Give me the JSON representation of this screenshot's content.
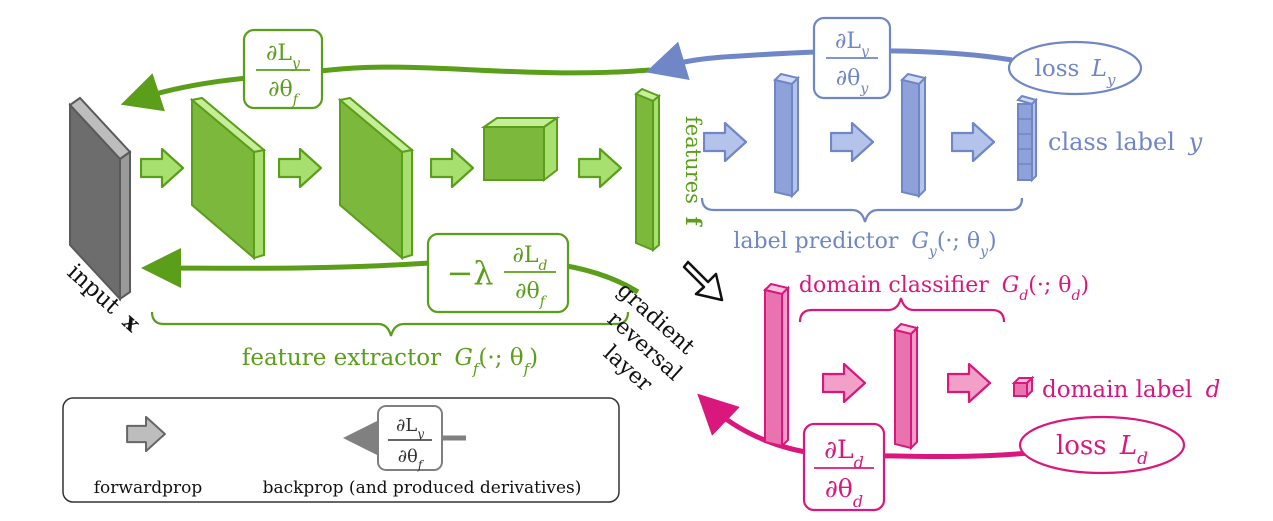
{
  "colors": {
    "green": "#5a9e1a",
    "green_fill": "#a8e070",
    "green_side": "#7bb83c",
    "blue": "#6f86c7",
    "blue_fill": "#b4c3ea",
    "pink": "#d9177d",
    "pink_fill": "#f2a0c8",
    "gray": "#808080",
    "dark": "#5a5a5a"
  },
  "feature_extractor": {
    "label": "feature extractor",
    "func": "G",
    "func_sub": "f",
    "args": "(·; θ",
    "args_sub": "f",
    "args_close": ")",
    "backprop_num": "∂L",
    "backprop_num_sub": "y",
    "backprop_den": "∂θ",
    "backprop_den_sub": "f",
    "reverse_sign": "−λ",
    "reverse_num": "∂L",
    "reverse_num_sub": "d",
    "reverse_den": "∂θ",
    "reverse_den_sub": "f"
  },
  "input": {
    "word": "input",
    "symbol": "x"
  },
  "features": {
    "word": "features",
    "symbol": "f"
  },
  "label_predictor": {
    "label": "label predictor",
    "func": "G",
    "func_sub": "y",
    "args": "(·; θ",
    "args_sub": "y",
    "args_close": ")",
    "grad_num": "∂L",
    "grad_num_sub": "y",
    "grad_den": "∂θ",
    "grad_den_sub": "y",
    "loss_word": "loss",
    "loss_sym": "L",
    "loss_sub": "y",
    "output_word": "class label",
    "output_sym": "y"
  },
  "domain_classifier": {
    "label": "domain classifier",
    "func": "G",
    "func_sub": "d",
    "args": "(·; θ",
    "args_sub": "d",
    "args_close": ")",
    "grad_num": "∂L",
    "grad_num_sub": "d",
    "grad_den": "∂θ",
    "grad_den_sub": "d",
    "loss_word": "loss",
    "loss_sym": "L",
    "loss_sub": "d",
    "output_word": "domain label",
    "output_sym": "d"
  },
  "grl": {
    "line1": "gradient",
    "line2": "reversal",
    "line3": "layer"
  },
  "legend": {
    "forward_label": "forwardprop",
    "backward_label": "backprop (and produced derivatives)",
    "num": "∂L",
    "num_sub": "y",
    "den": "∂θ",
    "den_sub": "f"
  }
}
